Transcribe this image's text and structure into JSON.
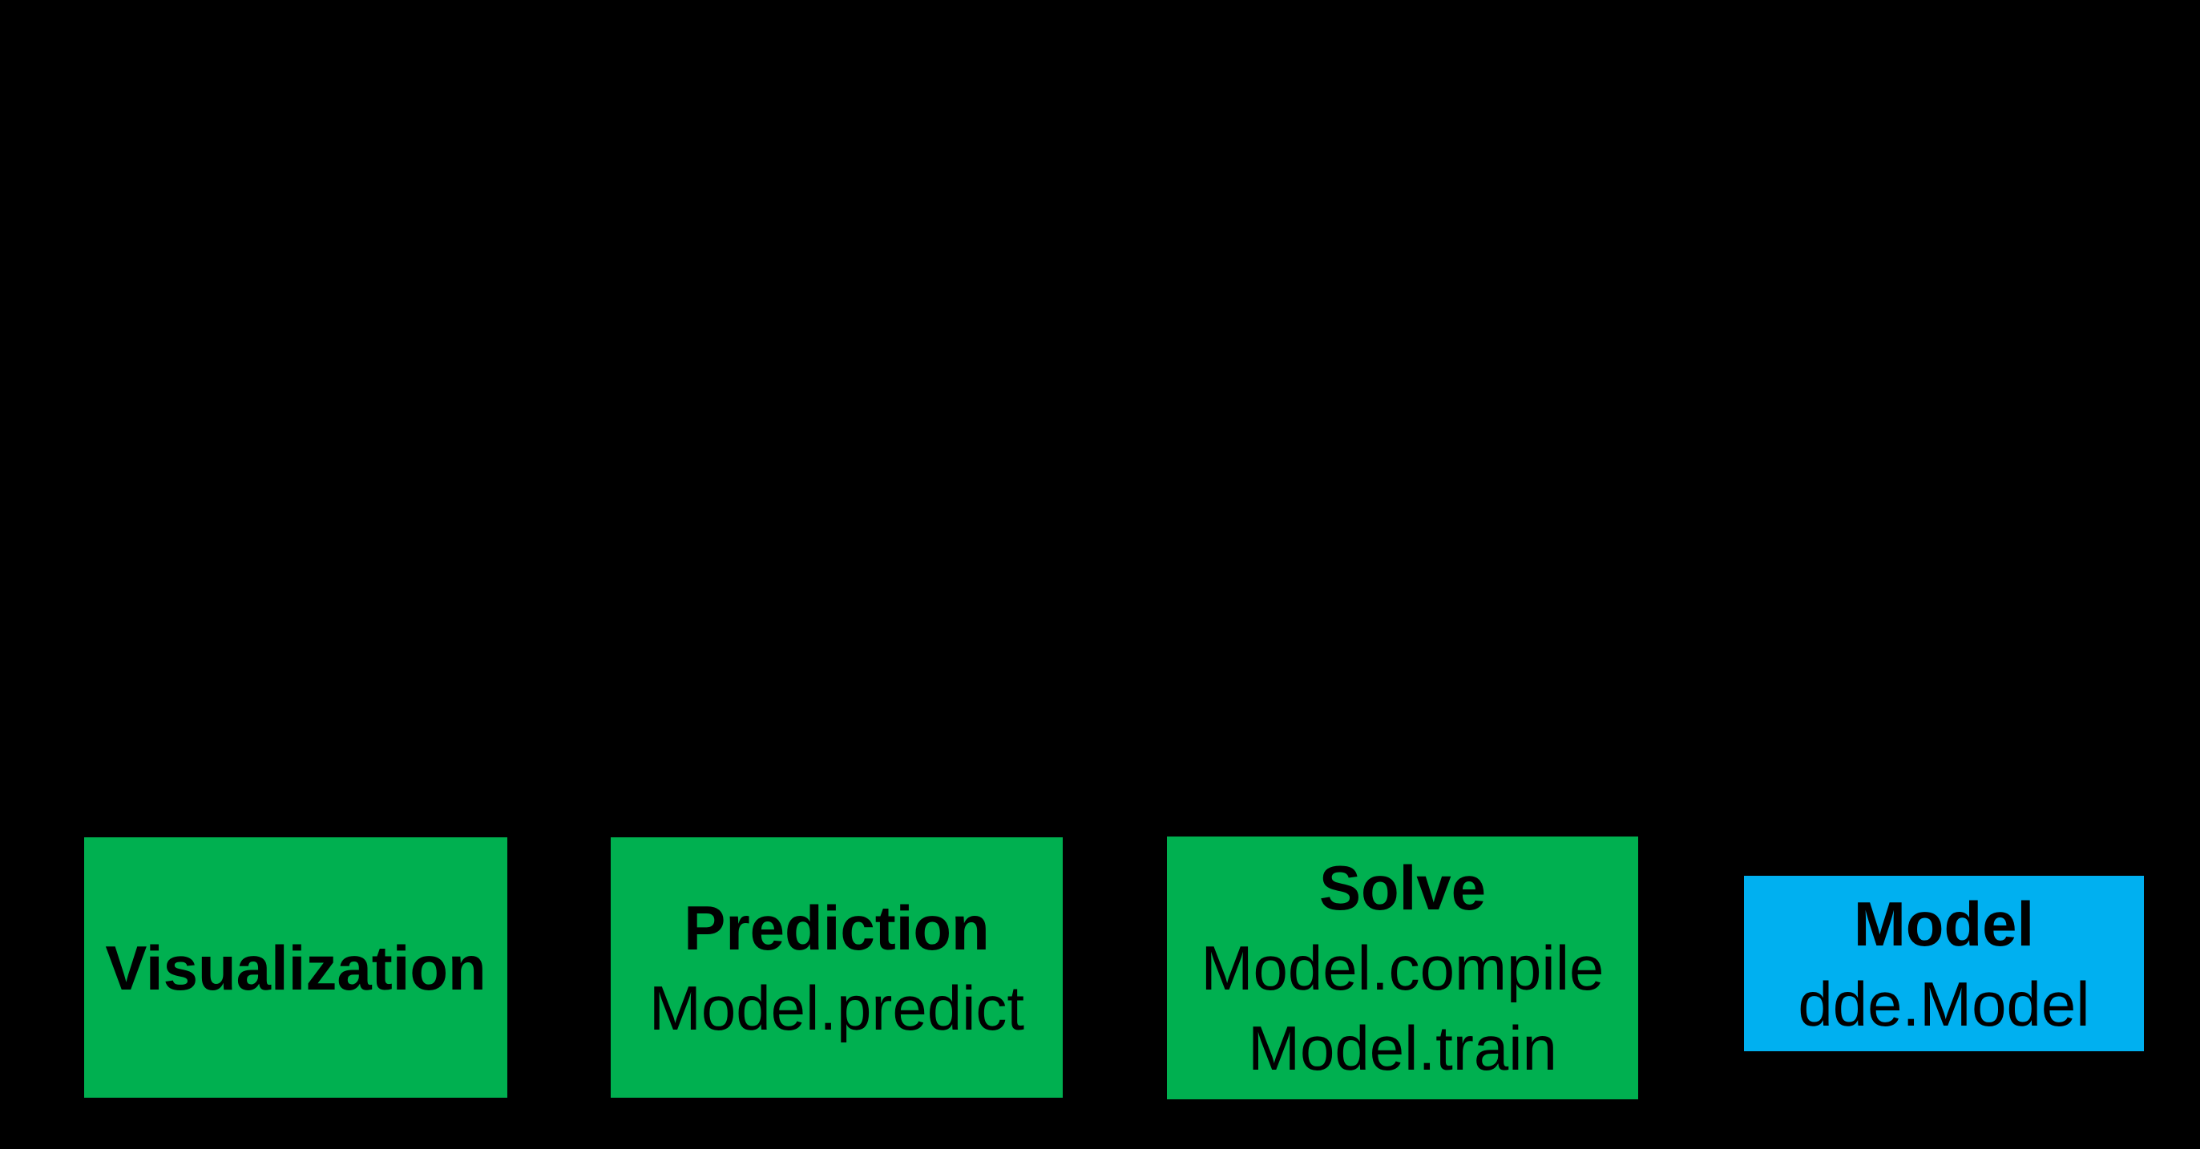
{
  "canvas": {
    "background": "#000000"
  },
  "colors": {
    "green": "#00B050",
    "blue": "#00B0F0",
    "text": "#000000"
  },
  "diagram": {
    "boxes": [
      {
        "id": "visualization",
        "title": "Visualization",
        "lines": [],
        "fill": "#00B050"
      },
      {
        "id": "prediction",
        "title": "Prediction",
        "lines": [
          "Model.predict"
        ],
        "fill": "#00B050"
      },
      {
        "id": "solve",
        "title": "Solve",
        "lines": [
          "Model.compile",
          "Model.train"
        ],
        "fill": "#00B050"
      },
      {
        "id": "model",
        "title": "Model",
        "lines": [
          "dde.Model"
        ],
        "fill": "#00B0F0"
      }
    ]
  }
}
